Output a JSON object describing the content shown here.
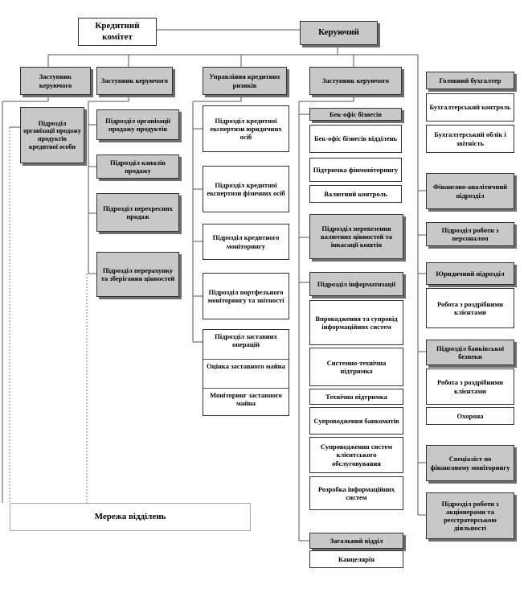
{
  "top": {
    "credit_committee": "Кредитний комітет",
    "manager": "Керуючий"
  },
  "col1": {
    "header": "Заступник керуючого",
    "dept_retail_org": "Підрозділ організації продажу продуктів кредитної особи"
  },
  "col2": {
    "header": "Заступник керуючого",
    "items": [
      "Підрозділ організації продажу продуктів",
      "Підрозділ каналів продажу",
      "Підрозділ перехресних продаж",
      "Підрозділ перерахунку та зберігання цінностей"
    ]
  },
  "col3": {
    "header": "Управління кредитних ризиків",
    "items": [
      "Підрозділ кредитної експертизи юридичних осіб",
      "Підрозділ кредитної експертизи фізичних осіб",
      "Підрозділ кредитного моніторингу",
      "Підрозділ портфельного моніторингу та звітності"
    ],
    "collateral": {
      "title": "Підрозділ заставних операцій",
      "items": [
        "Оцінка заставного майна",
        "Моніторинг заставного майна"
      ]
    }
  },
  "col4": {
    "header": "Заступник керуючого",
    "backoffice": {
      "title": "Бек-офіс бізнесів",
      "items": [
        "Бек-офіс бізнесів відділень",
        "Підтримка фінмоніторингу",
        "Валютний контроль"
      ]
    },
    "valuables": "Підрозділ перевезення валютних цінностей та інкасації коштів",
    "it": {
      "title": "Підрозділ інформатизації",
      "items": [
        "Впровадження та супровід інформаційних систем",
        "Системно-технічна підтримка",
        "Технічна підтримка",
        "Супроводження банкоматів",
        "Супроводження систем клієнтського обслуговування",
        "Розробка інформаційних систем"
      ]
    },
    "general": {
      "title": "Загальний відділ",
      "items": [
        "Канцелярія"
      ]
    }
  },
  "col5": {
    "accountant": {
      "title": "Головний бухгалтер",
      "items": [
        "Бухгалтерський контроль",
        "Бухгалтерський облік і звітність"
      ]
    },
    "fin_analytics": "Фінансово-аналітичний підрозділ",
    "hr": "Підрозділ роботи з персоналом",
    "legal": {
      "title": "Юридичний підрозділ",
      "items": [
        "Робота з роздрібними клієнтами"
      ]
    },
    "security": {
      "title": "Підрозділ банківської безпеки",
      "items": [
        "Робота з роздрібними клієнтами",
        "Охорона"
      ]
    },
    "fin_monitoring": "Спеціаліст по фінансовому моніторингу",
    "shareholders": "Підрозділ роботи з акціонерами та реєстраторською діяльності"
  },
  "network": "Мережа відділень"
}
